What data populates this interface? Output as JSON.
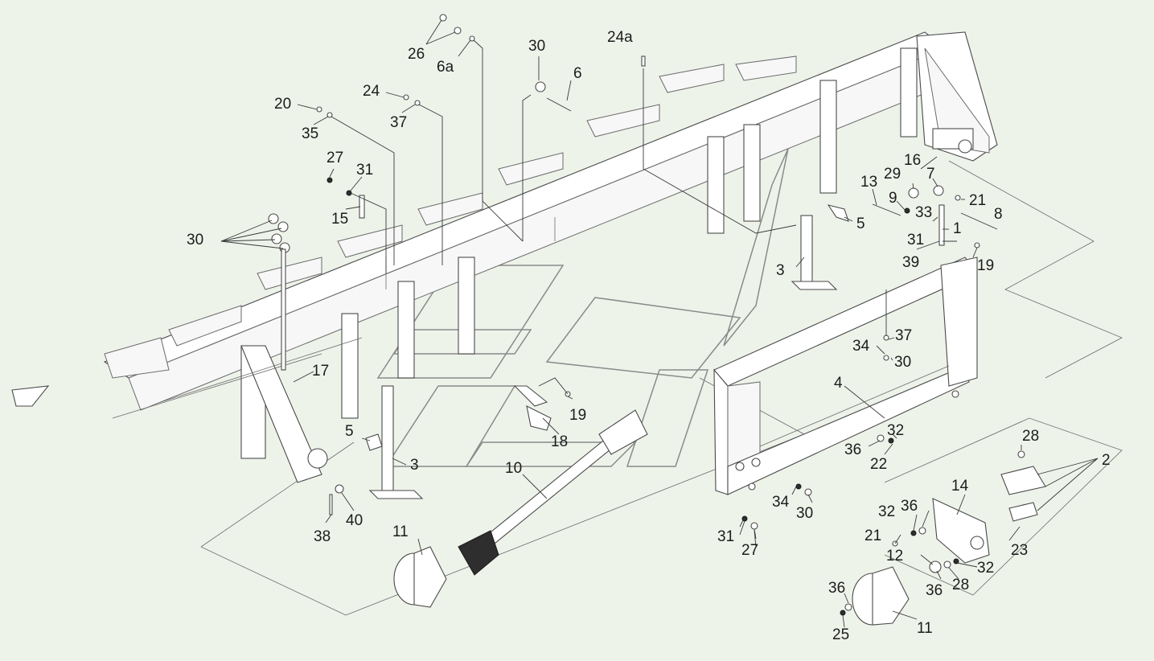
{
  "diagram": {
    "type": "exploded-parts-assembly",
    "background_color": "#eef3ea",
    "line_color": "#3a3a3a",
    "callouts": [
      {
        "id": "c26",
        "text": "26"
      },
      {
        "id": "c6a",
        "text": "6a"
      },
      {
        "id": "c30-top",
        "text": "30"
      },
      {
        "id": "c6",
        "text": "6"
      },
      {
        "id": "c24a",
        "text": "24a"
      },
      {
        "id": "c20",
        "text": "20"
      },
      {
        "id": "c24",
        "text": "24"
      },
      {
        "id": "c35",
        "text": "35"
      },
      {
        "id": "c37-top",
        "text": "37"
      },
      {
        "id": "c27-top",
        "text": "27"
      },
      {
        "id": "c31-top",
        "text": "31"
      },
      {
        "id": "c15",
        "text": "15"
      },
      {
        "id": "c30-left",
        "text": "30"
      },
      {
        "id": "c16",
        "text": "16"
      },
      {
        "id": "c29",
        "text": "29"
      },
      {
        "id": "c7",
        "text": "7"
      },
      {
        "id": "c13",
        "text": "13"
      },
      {
        "id": "c21-right",
        "text": "21"
      },
      {
        "id": "c9",
        "text": "9"
      },
      {
        "id": "c8",
        "text": "8"
      },
      {
        "id": "c33",
        "text": "33"
      },
      {
        "id": "c5-right",
        "text": "5"
      },
      {
        "id": "c1",
        "text": "1"
      },
      {
        "id": "c31-right",
        "text": "31"
      },
      {
        "id": "c39",
        "text": "39"
      },
      {
        "id": "c19-right",
        "text": "19"
      },
      {
        "id": "c3-right",
        "text": "3"
      },
      {
        "id": "c37-mid",
        "text": "37"
      },
      {
        "id": "c34-mid",
        "text": "34"
      },
      {
        "id": "c30-mid",
        "text": "30"
      },
      {
        "id": "c4",
        "text": "4"
      },
      {
        "id": "c17",
        "text": "17"
      },
      {
        "id": "c19-mid",
        "text": "19"
      },
      {
        "id": "c18",
        "text": "18"
      },
      {
        "id": "c32-a",
        "text": "32"
      },
      {
        "id": "c36-a",
        "text": "36"
      },
      {
        "id": "c22",
        "text": "22"
      },
      {
        "id": "c5-left",
        "text": "5"
      },
      {
        "id": "c3-left",
        "text": "3"
      },
      {
        "id": "c10",
        "text": "10"
      },
      {
        "id": "c28-top",
        "text": "28"
      },
      {
        "id": "c2",
        "text": "2"
      },
      {
        "id": "c14",
        "text": "14"
      },
      {
        "id": "c34-low",
        "text": "34"
      },
      {
        "id": "c30-low",
        "text": "30"
      },
      {
        "id": "c38",
        "text": "38"
      },
      {
        "id": "c40",
        "text": "40"
      },
      {
        "id": "c11-left",
        "text": "11"
      },
      {
        "id": "c32-b",
        "text": "32"
      },
      {
        "id": "c36-b",
        "text": "36"
      },
      {
        "id": "c21-low",
        "text": "21"
      },
      {
        "id": "c23",
        "text": "23"
      },
      {
        "id": "c31-low",
        "text": "31"
      },
      {
        "id": "c27-low",
        "text": "27"
      },
      {
        "id": "c12",
        "text": "12"
      },
      {
        "id": "c32-c",
        "text": "32"
      },
      {
        "id": "c36-c",
        "text": "36"
      },
      {
        "id": "c28-low",
        "text": "28"
      },
      {
        "id": "c36-d",
        "text": "36"
      },
      {
        "id": "c25",
        "text": "25"
      },
      {
        "id": "c11-right",
        "text": "11"
      }
    ]
  }
}
